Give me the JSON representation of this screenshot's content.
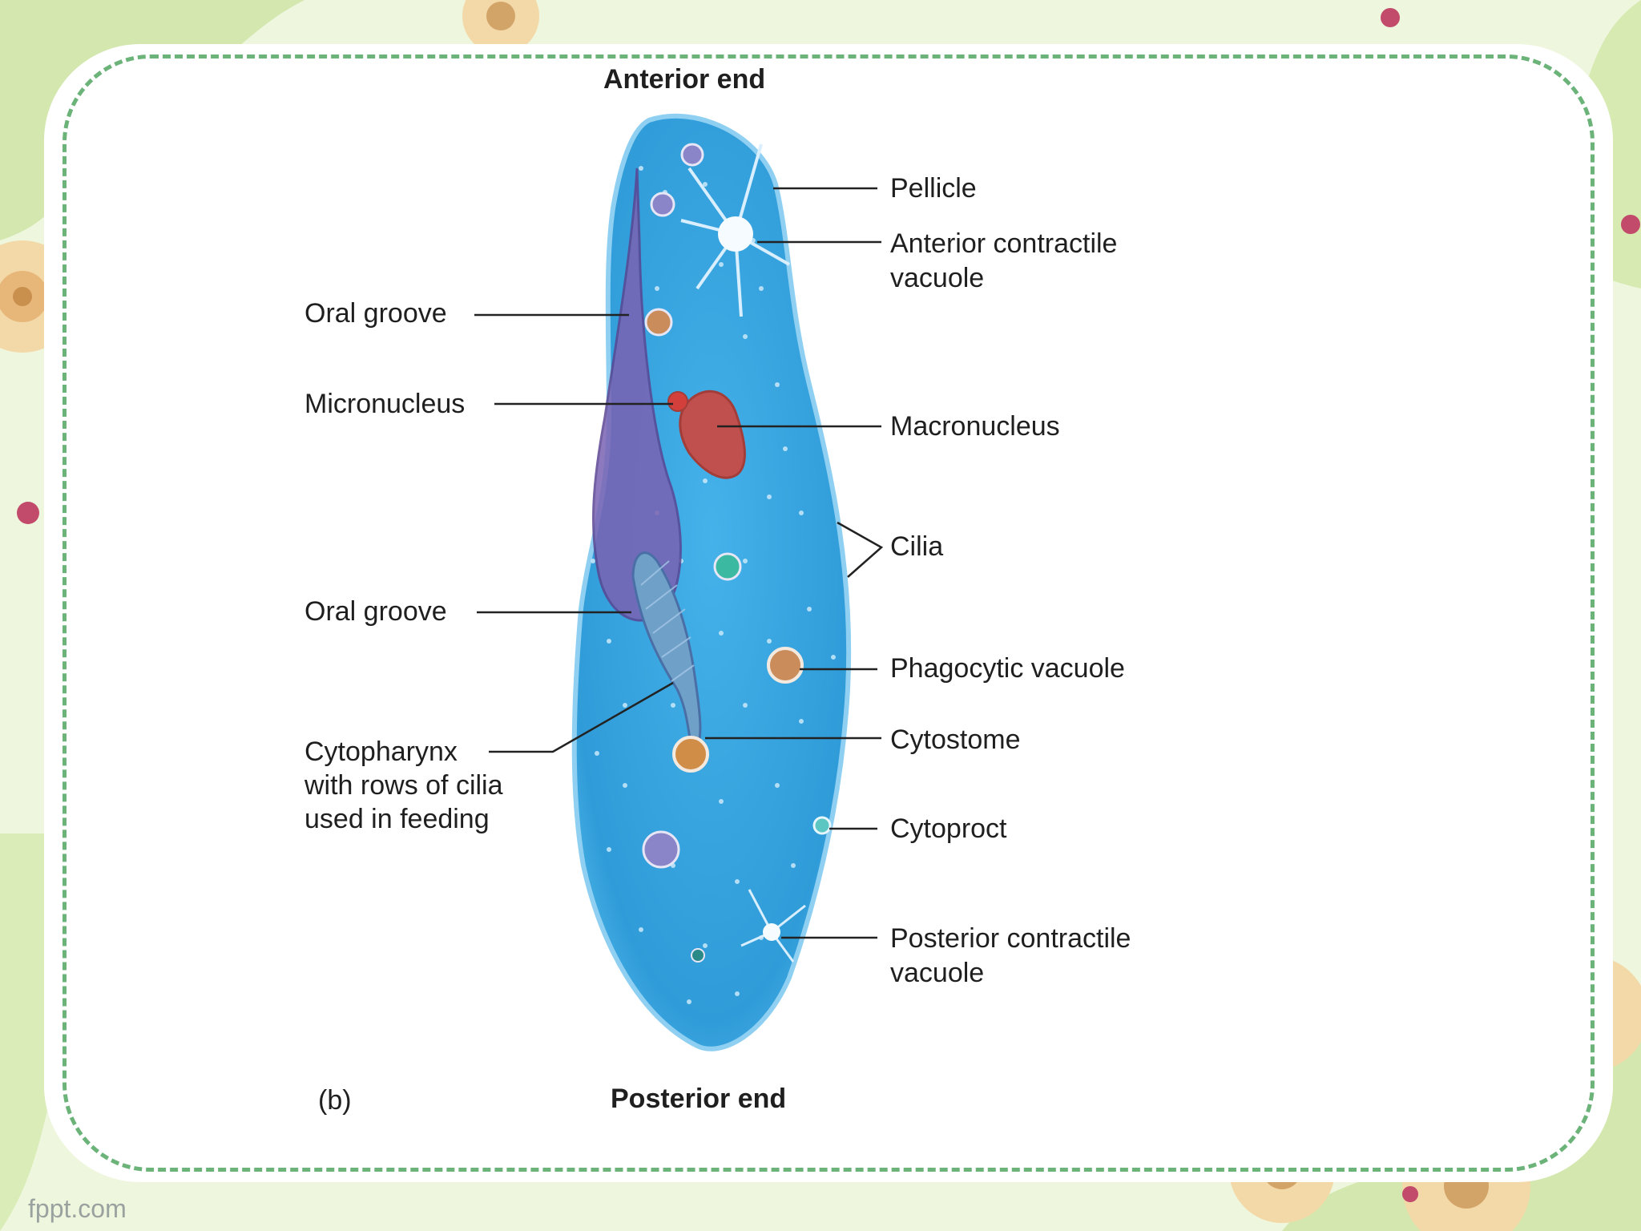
{
  "diagram": {
    "top_label": "Anterior end",
    "bottom_label": "Posterior end",
    "panel_tag": "(b)",
    "labels": {
      "pellicle": "Pellicle",
      "anterior_cv_1": "Anterior contractile",
      "anterior_cv_2": "vacuole",
      "oral_groove_1": "Oral groove",
      "micronucleus": "Micronucleus",
      "macronucleus": "Macronucleus",
      "cilia": "Cilia",
      "oral_groove_2": "Oral groove",
      "phagocytic": "Phagocytic vacuole",
      "cytopharynx_1": "Cytopharynx",
      "cytopharynx_2": "with rows of cilia",
      "cytopharynx_3": "used in feeding",
      "cytostome": "Cytostome",
      "cytoproct": "Cytoproct",
      "posterior_cv_1": "Posterior contractile",
      "posterior_cv_2": "vacuole"
    }
  },
  "watermark": "fppt.com",
  "colors": {
    "cell_body": "#3aa6e0",
    "cell_edge": "#7cc7ee",
    "macronucleus": "#c0504d",
    "oral_groove": "#6f57a6",
    "frame_dash": "#6cb37a"
  }
}
